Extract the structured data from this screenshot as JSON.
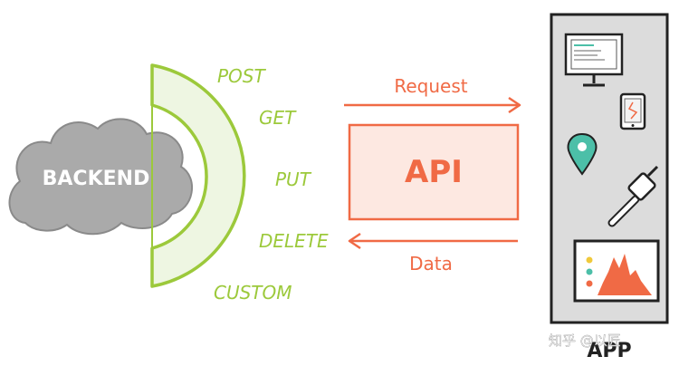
{
  "backend": {
    "label": "BACKEND"
  },
  "methods": [
    "POST",
    "GET",
    "PUT",
    "DELETE",
    "CUSTOM"
  ],
  "request_label": "Request",
  "data_label": "Data",
  "api_label": "API",
  "app_label": "APP",
  "watermark": "知乎 @以匠",
  "colors": {
    "green": "#9cc93b",
    "green_fill": "#eef6e2",
    "orange": "#f06a45",
    "orange_fill": "#fde8e1",
    "cloud": "#aaaaaa",
    "panel": "#dcdcdc",
    "teal": "#4cbfa8"
  }
}
